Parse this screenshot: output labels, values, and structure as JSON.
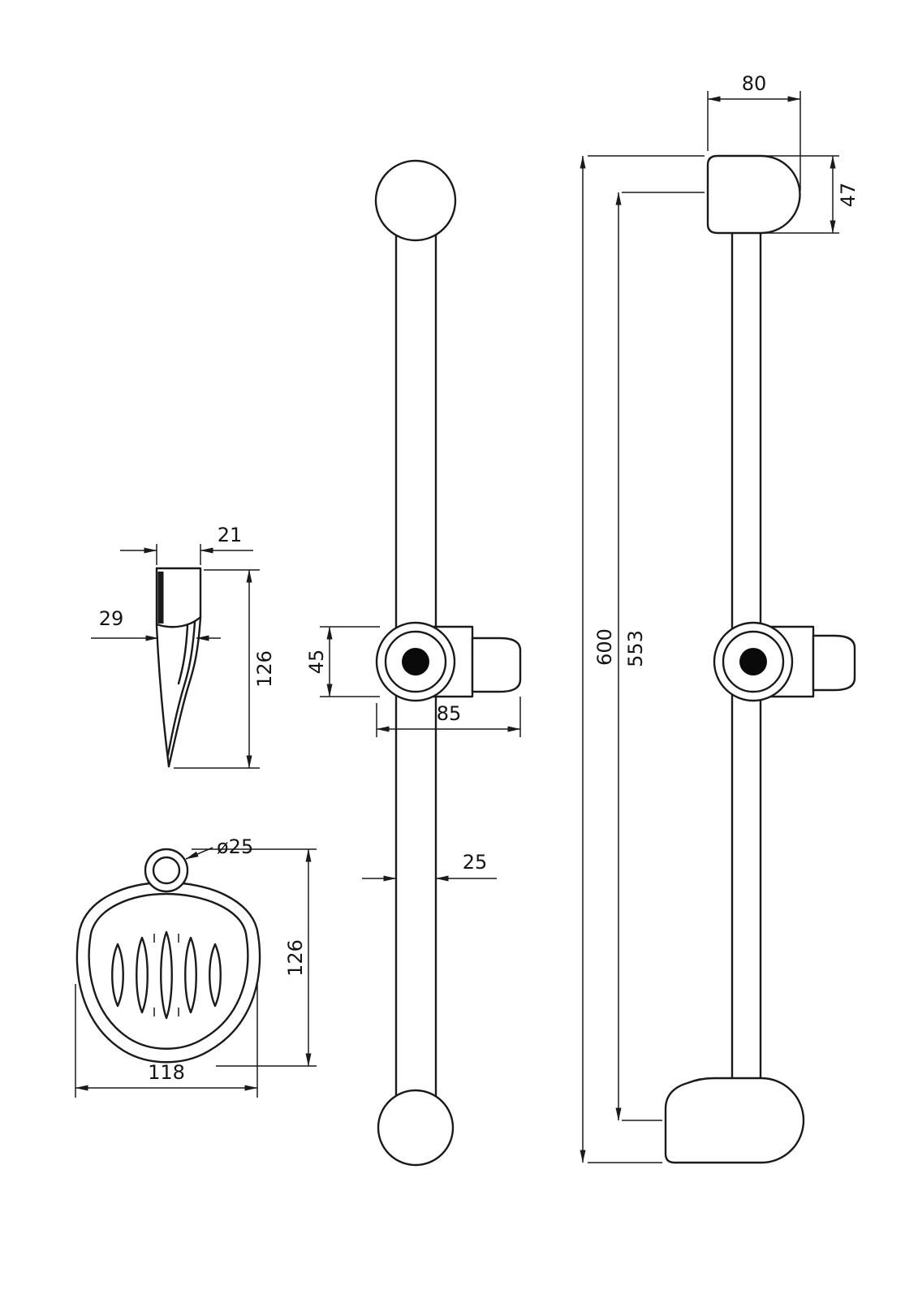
{
  "drawing": {
    "background": "#ffffff",
    "line_color": "#1a1a1a"
  },
  "labels": {
    "holder_depth": "21",
    "holder_thickness": "29",
    "holder_height": "126",
    "dish_ring_diameter": "ø25",
    "dish_height": "126",
    "dish_width": "118",
    "slider_height": "45",
    "slider_width": "85",
    "rail_width": "25",
    "bracket_width": "80",
    "bracket_height": "47",
    "total_height": "600",
    "mount_spacing": "553"
  }
}
